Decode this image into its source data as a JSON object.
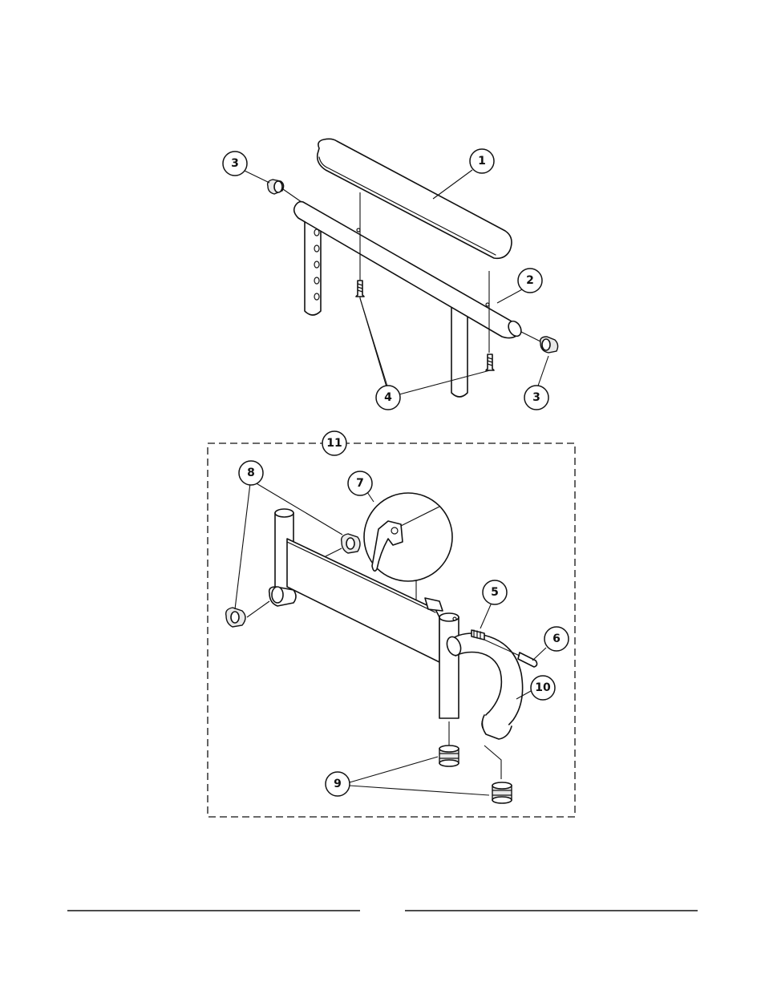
{
  "diagram": {
    "balloons": {
      "b1": "1",
      "b2": "2",
      "b3a": "3",
      "b3b": "3",
      "b4": "4",
      "b5": "5",
      "b6": "6",
      "b7": "7",
      "b8": "8",
      "b9": "9",
      "b10": "10",
      "b11": "11"
    }
  }
}
